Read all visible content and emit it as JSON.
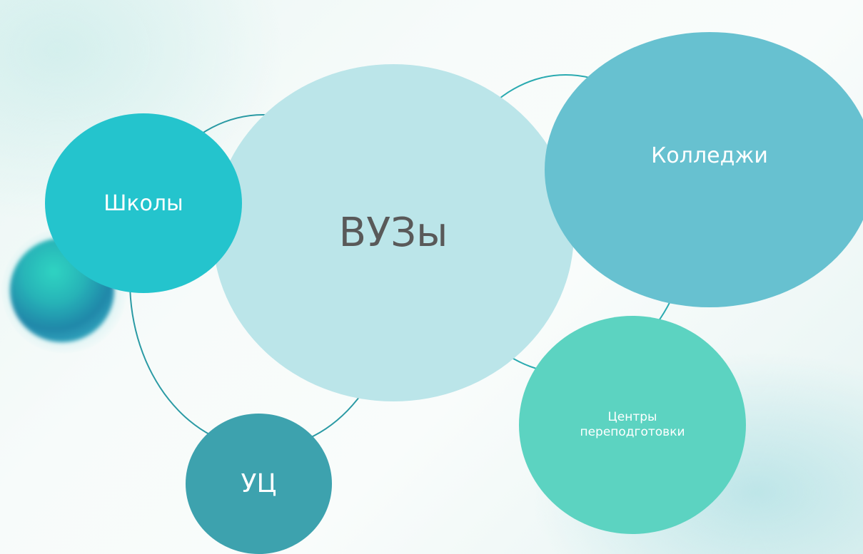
{
  "diagram": {
    "nodes": [
      {
        "id": "vuz",
        "label": "ВУЗы",
        "color": "#bbe5e9"
      },
      {
        "id": "schools",
        "label": "Школы",
        "color": "#24c4cd"
      },
      {
        "id": "colleges",
        "label": "Колледжи",
        "color": "#67c1d0"
      },
      {
        "id": "centers",
        "label": "Центры переподготовки",
        "color": "#5cd3c1"
      },
      {
        "id": "uc",
        "label": "УЦ",
        "color": "#3da2ae"
      }
    ],
    "connector_colors": {
      "bottom_left_ring": "#2a9aa4",
      "top_right_ring": "#2aaab0",
      "bottom_right_ring": "#2ec3cc"
    }
  }
}
